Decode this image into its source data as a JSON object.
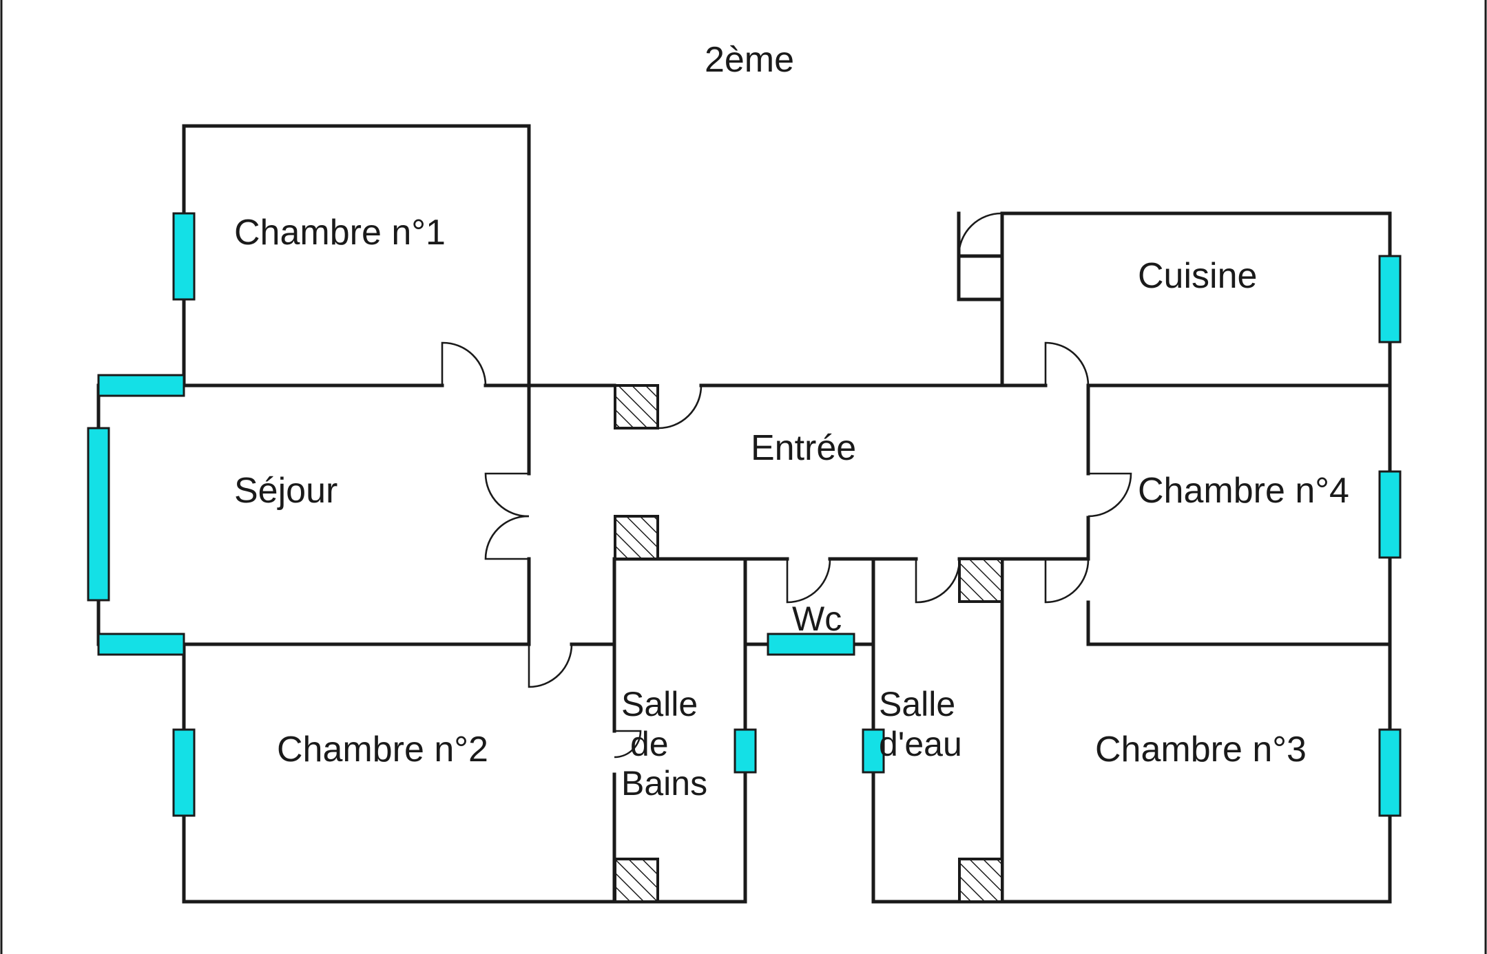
{
  "plan": {
    "floor_title": "2ème",
    "rooms": {
      "chambre_1": "Chambre n°1",
      "chambre_2": "Chambre n°2",
      "chambre_3": "Chambre n°3",
      "chambre_4": "Chambre n°4",
      "sejour": "Séjour",
      "entree": "Entrée",
      "cuisine": "Cuisine",
      "wc": "Wc",
      "salle_de_bains": [
        "Salle",
        "de",
        "Bains"
      ],
      "salle_d_eau": [
        "Salle",
        "d'eau"
      ]
    },
    "colors": {
      "walls": "#1a1a1a",
      "windows": "#14e0e6",
      "background": "#ffffff"
    }
  }
}
